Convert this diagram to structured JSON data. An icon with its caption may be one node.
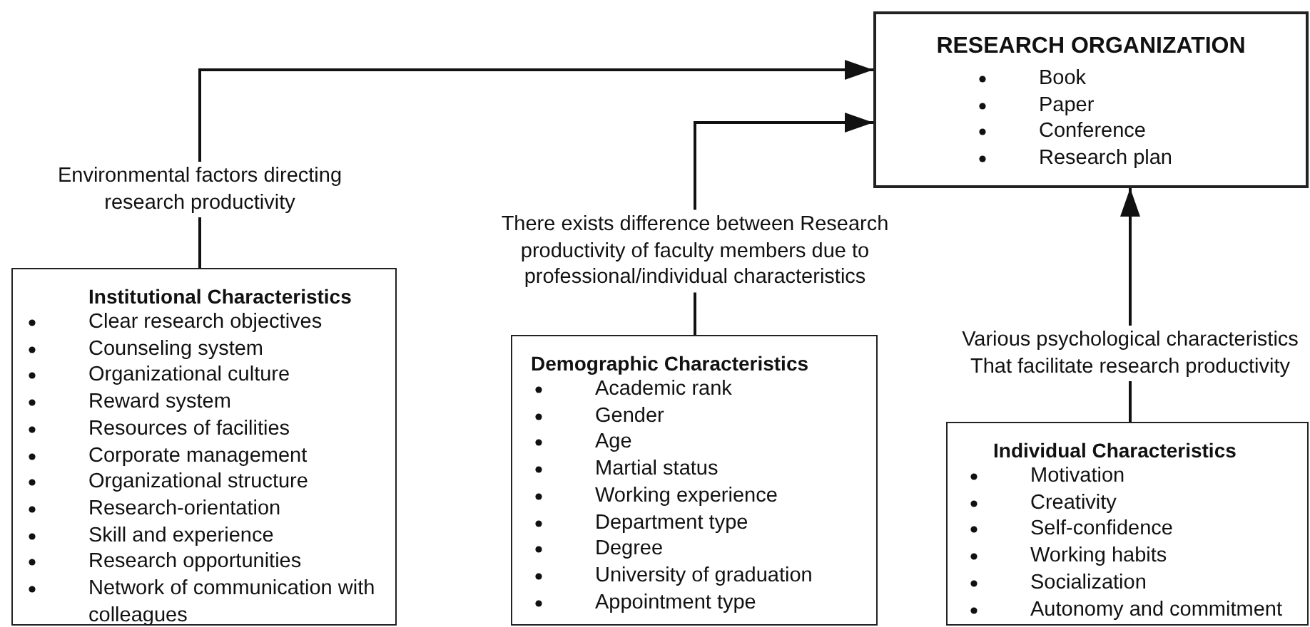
{
  "diagram": {
    "nodes": [
      {
        "text": [
          "RESEARCH ORGANIZATION",
          "Book",
          "Paper",
          "Conference",
          "Research plan"
        ]
      },
      {
        "text": [
          "Institutional Characteristics",
          "Clear research objectives",
          "Counseling system",
          "Organizational culture",
          "Reward system",
          "Resources of facilities",
          "Corporate management",
          "Organizational structure",
          "Research-orientation",
          "Skill and experience",
          "Research opportunities",
          "Network of communication with colleagues"
        ]
      },
      {
        "text": [
          "Demographic Characteristics",
          "Academic rank",
          "Gender",
          "Age",
          "Martial status",
          "Working experience",
          "Department type",
          "Degree",
          "University of graduation",
          "Appointment type"
        ]
      },
      {
        "text": [
          "Individual Characteristics",
          "Motivation",
          "Creativity",
          "Self-confidence",
          "Working habits",
          "Socialization",
          "Autonomy and commitment"
        ]
      }
    ],
    "edges": [
      {
        "from": 1,
        "to": 0,
        "arrow": "to",
        "label": "Environmental factors directing research productivity"
      },
      {
        "from": 2,
        "to": 0,
        "arrow": "to",
        "label": "There exists difference between Research productivity of faculty members due to professional/individual characteristics"
      },
      {
        "from": 3,
        "to": 0,
        "arrow": "to",
        "label": "Various psychological characteristics That facilitate research productivity"
      }
    ]
  }
}
